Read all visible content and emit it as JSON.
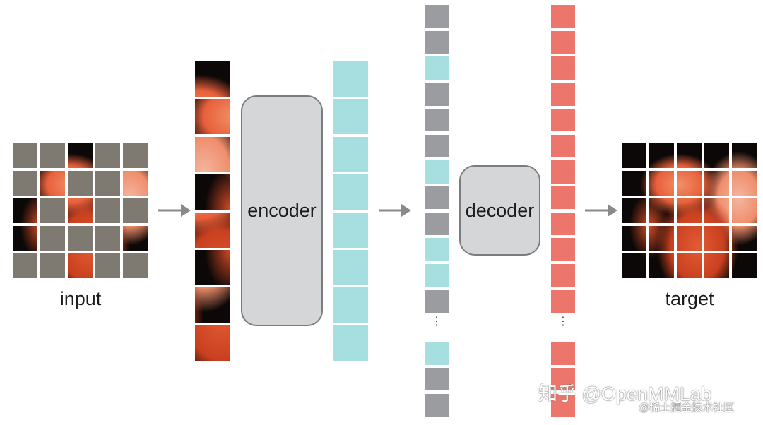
{
  "labels": {
    "input": "input",
    "encoder": "encoder",
    "decoder": "decoder",
    "target": "target"
  },
  "ellipsis": "⋮",
  "watermark": {
    "main": "知乎 @OpenMMLab",
    "sub": "@稀土掘金技术社区"
  },
  "colors": {
    "masked_patch": "#7f7a71",
    "encoded_token": "#a7dfe1",
    "mask_token": "#9a9c9f",
    "decoded_token": "#ec766b",
    "block_fill": "#d5d6d8",
    "arrow": "#8a8a8a"
  },
  "icons": [
    "arrow-right-icon"
  ],
  "input_grid": {
    "rows": 5,
    "cols": 5,
    "visible_patches": [
      [
        0,
        2
      ],
      [
        1,
        1
      ],
      [
        1,
        4
      ],
      [
        2,
        0
      ],
      [
        2,
        2
      ],
      [
        3,
        0
      ],
      [
        3,
        4
      ],
      [
        4,
        2
      ]
    ]
  },
  "mask_token_sequence": [
    "gray",
    "gray",
    "cyan",
    "gray",
    "gray",
    "gray",
    "cyan",
    "gray",
    "gray",
    "cyan",
    "cyan",
    "gray",
    "ellipsis",
    "cyan",
    "gray",
    "gray"
  ]
}
